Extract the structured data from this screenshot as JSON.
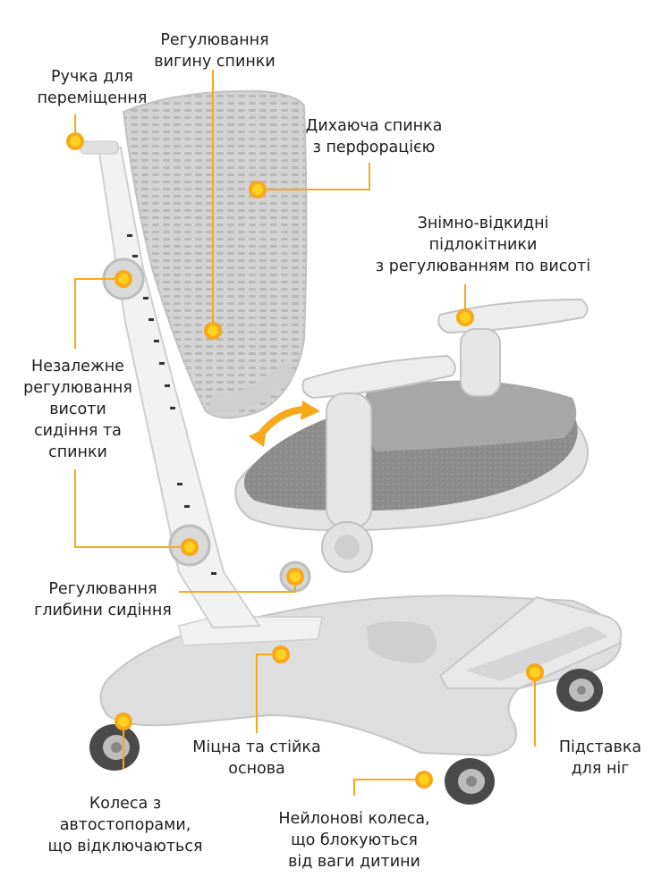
{
  "colors": {
    "accent": "#f7a81b",
    "sun_fill": "#ffd21f",
    "plastic": "#e4e4e4",
    "plastic_dark": "#c9c9c9",
    "cushion": "#8f8f8f",
    "cushion_side": "#7a7a7a"
  },
  "callouts": {
    "backrest_curve": [
      "Регулювання",
      "вигину спинки"
    ],
    "handle": [
      "Ручка для",
      "переміщення"
    ],
    "breathable_back": [
      "Дихаюча спинка",
      "з перфорацією"
    ],
    "armrests": [
      "Знімно-відкидні",
      "підлокітники",
      "з регулюванням по висоті"
    ],
    "independent_height": [
      "Незалежне",
      "регулювання",
      "висоти",
      "сидіння та",
      "спинки"
    ],
    "seat_depth": [
      "Регулювання",
      "глибини сидіння"
    ],
    "base": [
      "Міцна та стійка",
      "основа"
    ],
    "footrest": [
      "Підставка",
      "для ніг"
    ],
    "auto_stop_wheels": [
      "Колеса з",
      "автостопорами,",
      "що відключаються"
    ],
    "nylon_wheels": [
      "Нейлонові колеса,",
      "що блокуються",
      "від ваги дитини"
    ]
  }
}
